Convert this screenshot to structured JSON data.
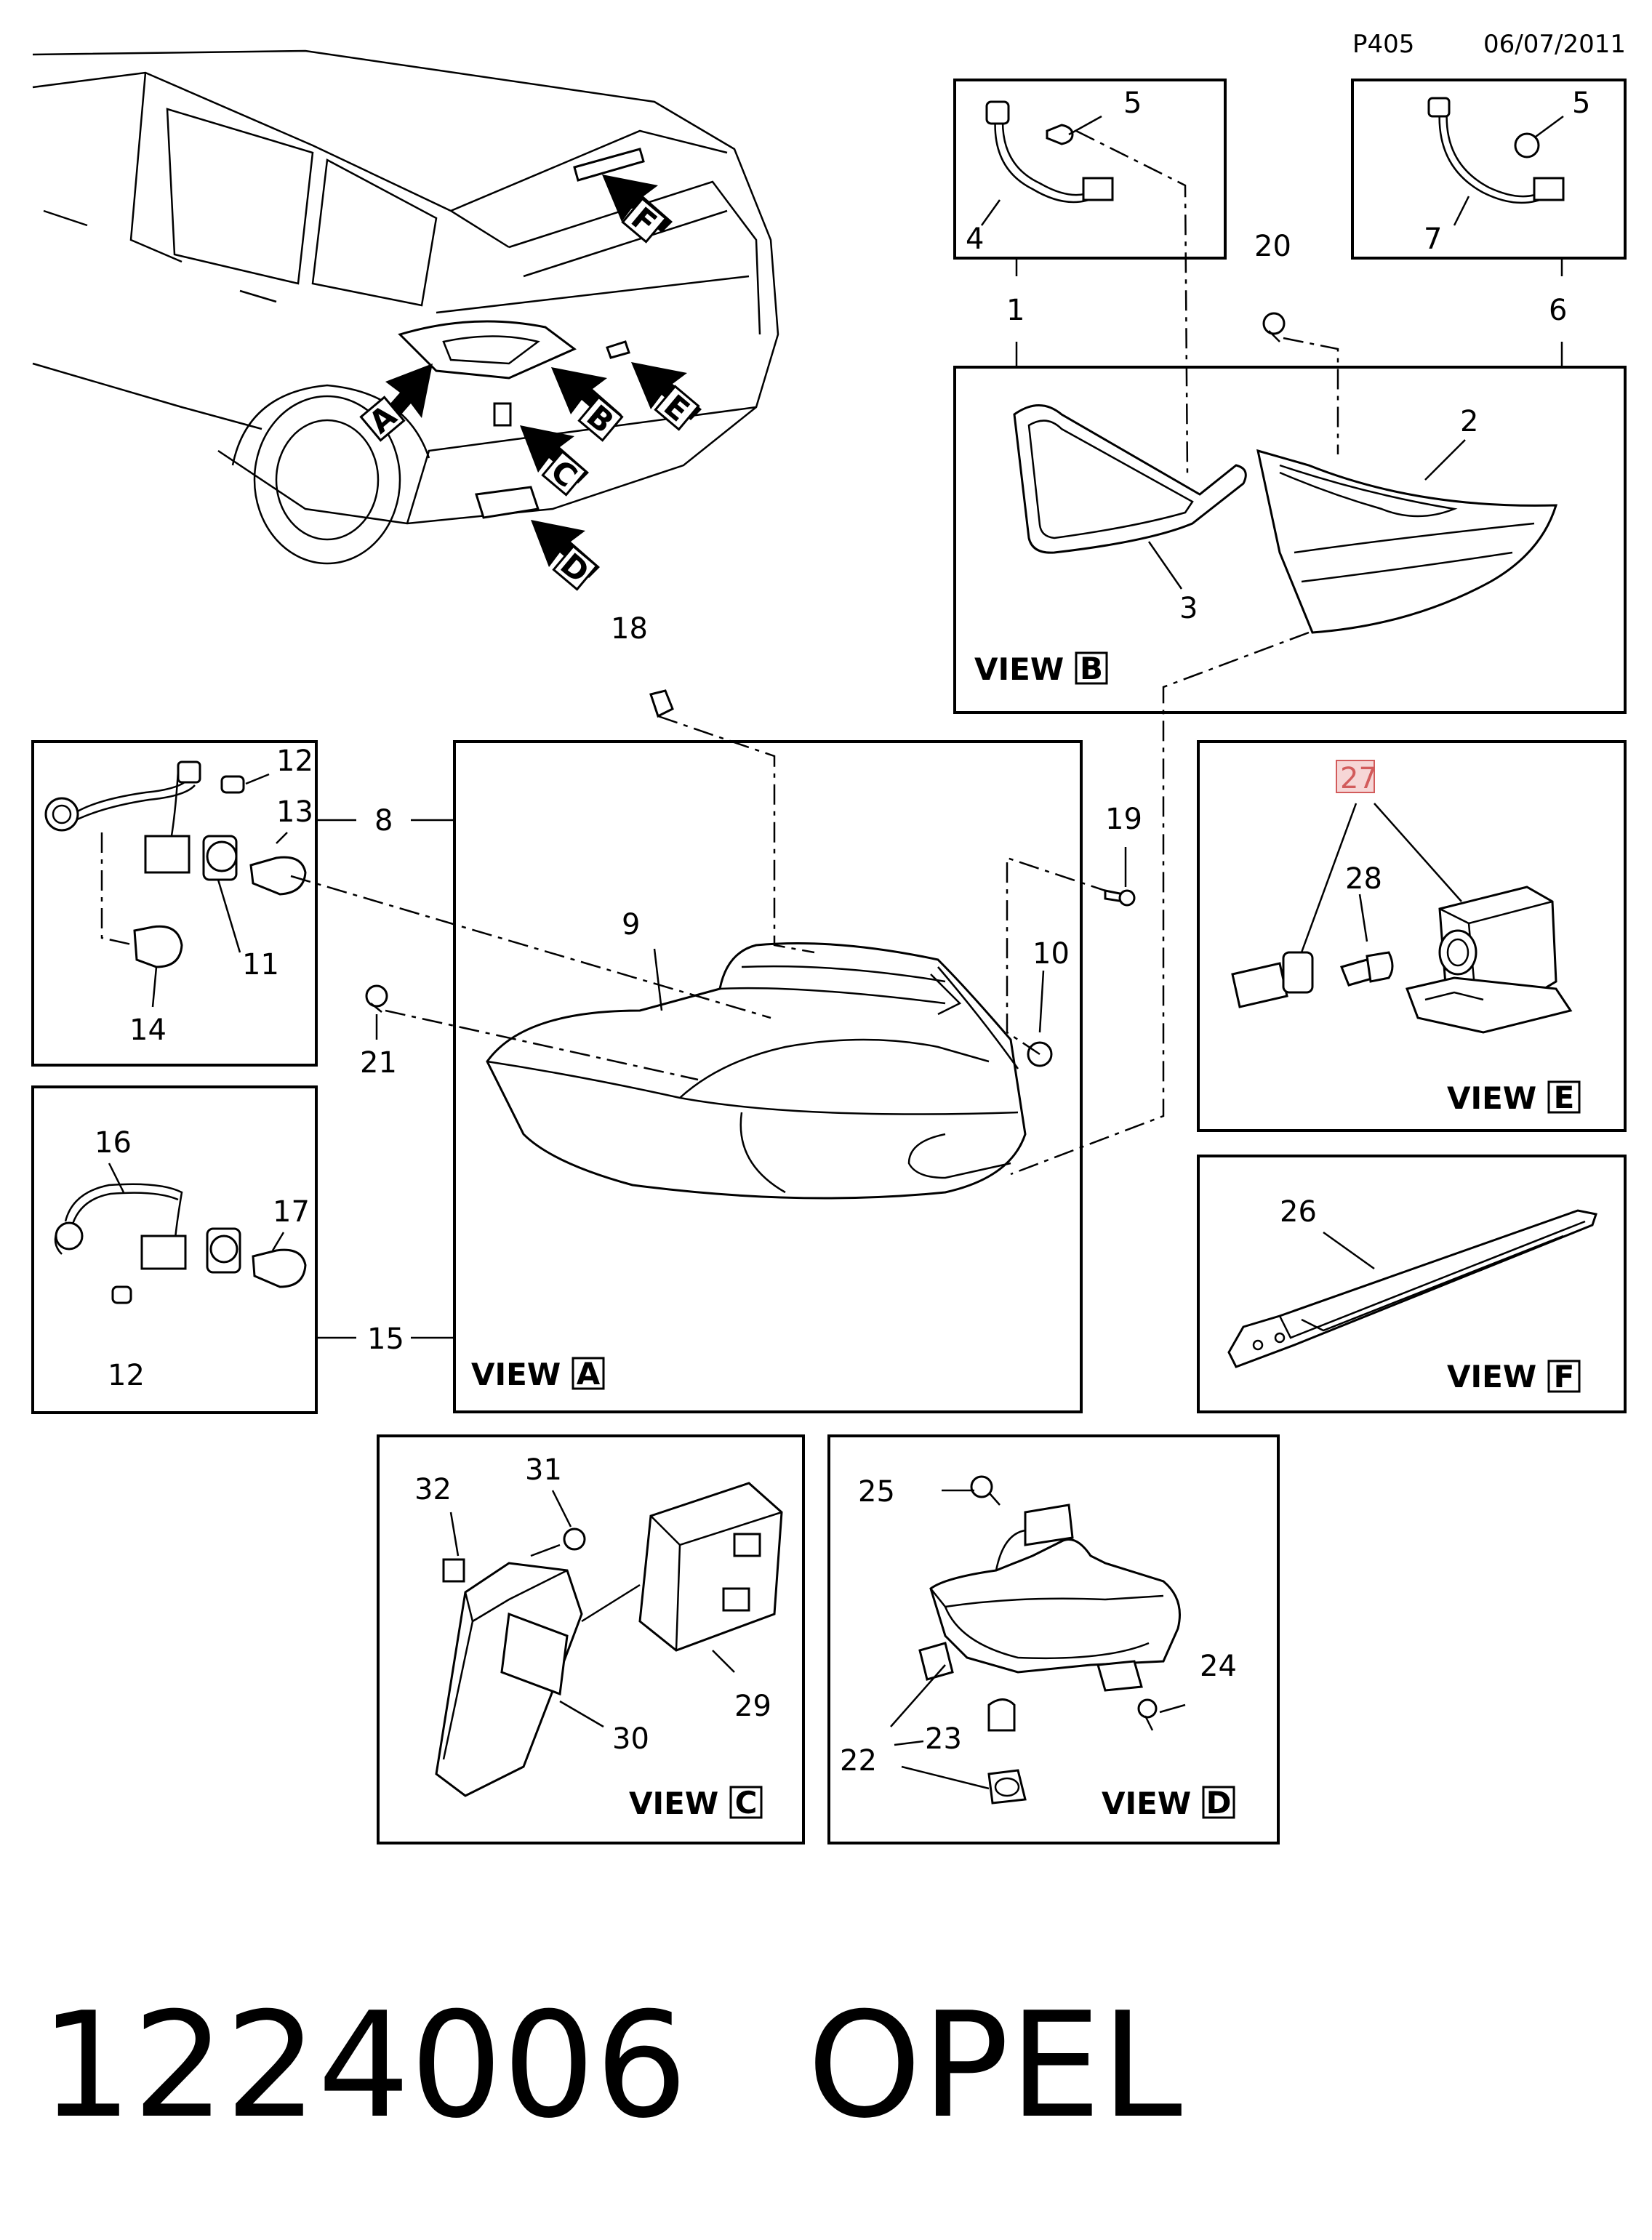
{
  "header": {
    "code": "P405",
    "date": "06/07/2011"
  },
  "footer": {
    "part_number": "1224006",
    "brand": "OPEL"
  },
  "view_prefix": "VIEW",
  "view_letters": {
    "A": "A",
    "B": "B",
    "C": "C",
    "D": "D",
    "E": "E",
    "F": "F"
  },
  "car_callouts": [
    "A",
    "B",
    "C",
    "D",
    "E",
    "F"
  ],
  "callouts": {
    "c1": "1",
    "c2": "2",
    "c3": "3",
    "c4": "4",
    "c5a": "5",
    "c5b": "5",
    "c6": "6",
    "c7": "7",
    "c8": "8",
    "c9": "9",
    "c10": "10",
    "c11": "11",
    "c12a": "12",
    "c12b": "12",
    "c13": "13",
    "c14": "14",
    "c15": "15",
    "c16": "16",
    "c17": "17",
    "c18": "18",
    "c19": "19",
    "c20": "20",
    "c21": "21",
    "c22": "22",
    "c23": "23",
    "c24": "24",
    "c25": "25",
    "c26": "26",
    "c27": "27",
    "c28": "28",
    "c29": "29",
    "c30": "30",
    "c31": "31",
    "c32": "32"
  },
  "colors": {
    "line": "#000000",
    "background": "#ffffff",
    "highlight_fill": "#f6d6d6",
    "highlight_stroke": "#d25b5b"
  },
  "icons": {
    "car": "car-rear-outline-icon",
    "arrow": "callout-arrow-icon",
    "bulb": "bulb-icon"
  }
}
